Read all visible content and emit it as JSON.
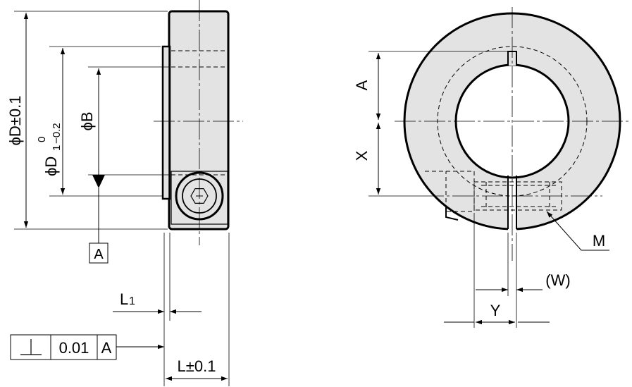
{
  "side_view": {
    "dim_outer_diameter": "ϕD±0.1",
    "dim_d1": "ϕD",
    "dim_d1_sub": "1",
    "dim_d1_tol_upper": "0",
    "dim_d1_tol_lower": "−0.2",
    "dim_bore": "ϕB",
    "datum_label": "A",
    "dim_l1": "L",
    "dim_l1_sub": "1",
    "dim_length": "L±0.1",
    "tolerance_frame": {
      "symbol": "perpendicularity-icon",
      "value": "0.01",
      "datum": "A"
    }
  },
  "front_view": {
    "dim_a": "A",
    "dim_x": "X",
    "dim_w": "(W)",
    "dim_y": "Y",
    "callout_m": "M"
  },
  "colors": {
    "fill": "#e3e3e3",
    "line": "#000000"
  }
}
